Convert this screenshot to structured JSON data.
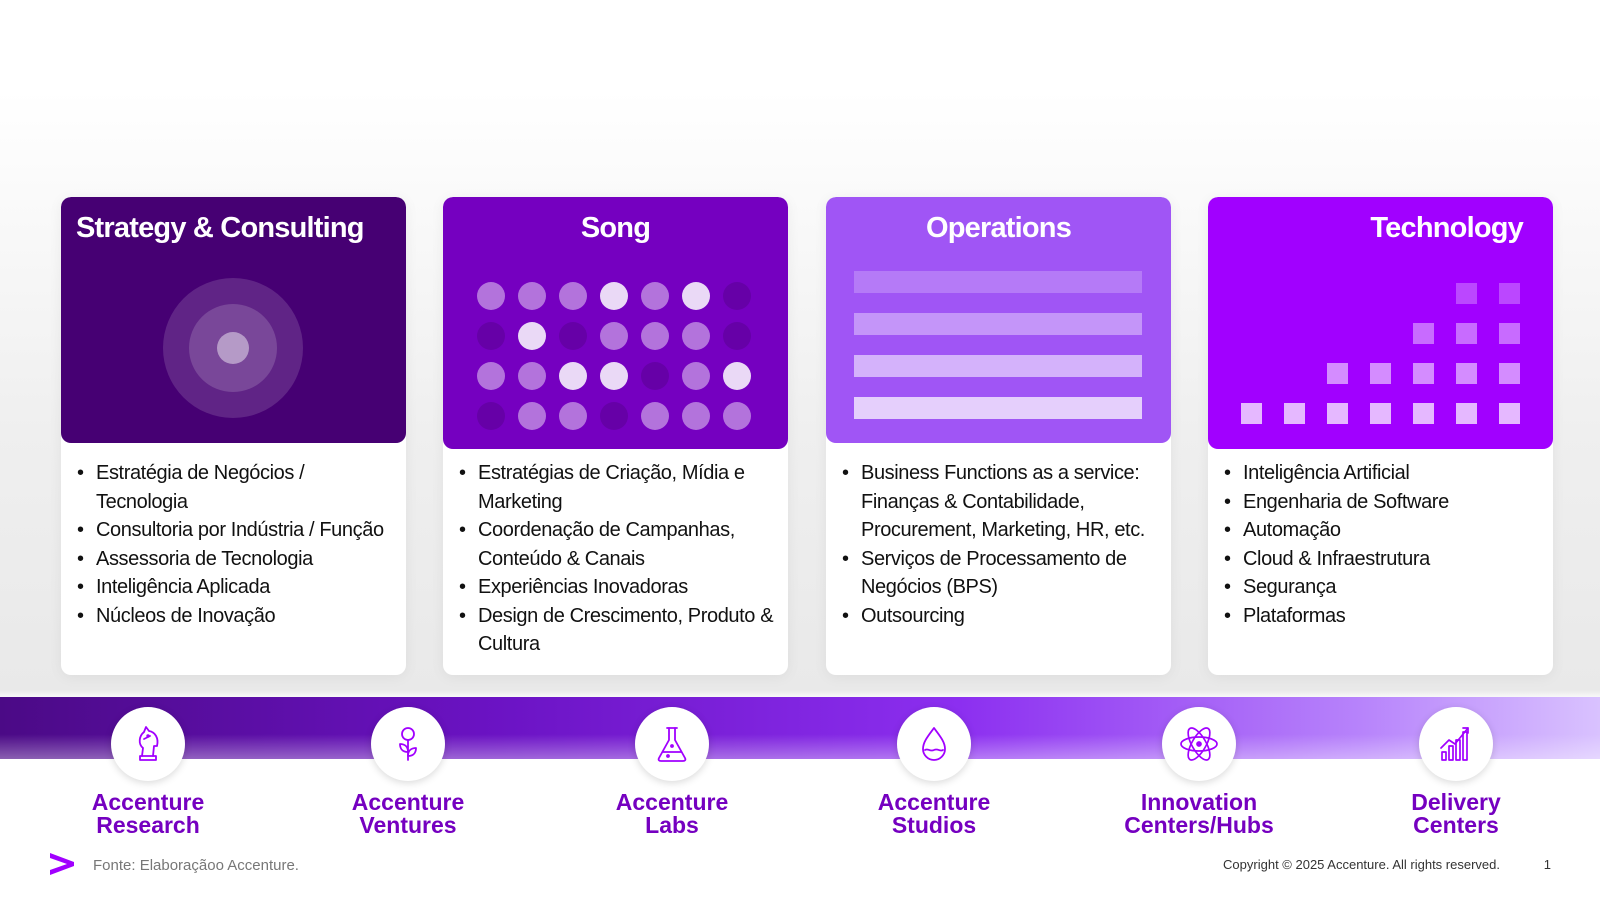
{
  "cards": [
    {
      "title": "Strategy & Consulting",
      "color": "#460073",
      "items": [
        "Estratégia de Negócios / Tecnologia",
        "Consultoria por Indústria / Função",
        "Assessoria de Tecnologia",
        "Inteligência Aplicada",
        "Núcleos de Inovação"
      ]
    },
    {
      "title": "Song",
      "color": "#7500c0",
      "items": [
        "Estratégias de Criação, Mídia e Marketing",
        "Coordenação de Campanhas, Conteúdo & Canais",
        "Experiências Inovadoras",
        "Design de Crescimento, Produto & Cultura"
      ]
    },
    {
      "title": "Operations",
      "color": "#a055f5",
      "items": [
        "Business Functions as a service: Finanças & Contabilidade, Procurement, Marketing, HR, etc.",
        "Serviços de Processamento de Negócios (BPS)",
        "Outsourcing"
      ]
    },
    {
      "title": "Technology",
      "color": "#a100ff",
      "items": [
        "Inteligência Artificial",
        "Engenharia de Software",
        "Automação",
        "Cloud & Infraestrutura",
        "Segurança",
        "Plataformas"
      ]
    }
  ],
  "centers": [
    {
      "label_line1": "Accenture",
      "label_line2": "Research",
      "icon": "chess-knight-icon"
    },
    {
      "label_line1": "Accenture",
      "label_line2": "Ventures",
      "icon": "sprout-icon"
    },
    {
      "label_line1": "Accenture",
      "label_line2": "Labs",
      "icon": "flask-icon"
    },
    {
      "label_line1": "Accenture",
      "label_line2": "Studios",
      "icon": "droplet-icon"
    },
    {
      "label_line1": "Innovation",
      "label_line2": "Centers/Hubs",
      "icon": "atom-icon"
    },
    {
      "label_line1": "Delivery",
      "label_line2": "Centers",
      "icon": "bar-chart-icon"
    }
  ],
  "footer": {
    "source": "Fonte: Elaboraçãoo Accenture.",
    "copyright": "Copyright © 2025 Accenture. All rights reserved.",
    "page_number": "1"
  },
  "colors": {
    "accent": "#a100ff",
    "dark_purple": "#460073",
    "label_purple": "#7500c0"
  }
}
